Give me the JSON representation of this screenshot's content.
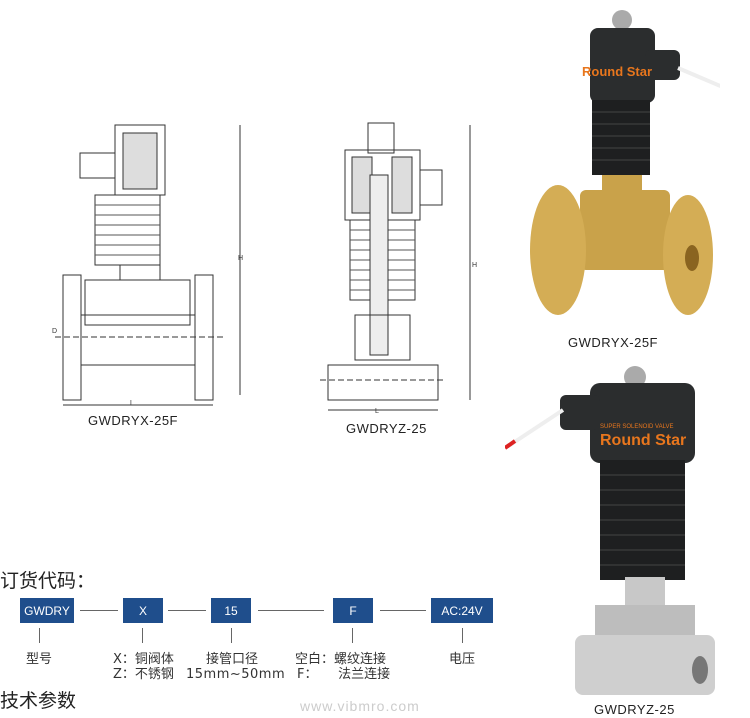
{
  "drawings": [
    {
      "caption": "GWDRYX-25F",
      "dim_h": "H",
      "dim_l": "L",
      "dim_d": "D"
    },
    {
      "caption": "GWDRYZ-25",
      "dim_h": "H",
      "dim_l": "L"
    }
  ],
  "photos": [
    {
      "caption": "GWDRYX-25F",
      "brand": "Round Star",
      "body_color": "#c9a24a"
    },
    {
      "caption": "GWDRYZ-25",
      "brand": "Round Star",
      "subtitle": "SUPER SOLENOID VALVE",
      "body_color": "#c8c8c8"
    }
  ],
  "order_code": {
    "title": "订货代码：",
    "boxes": [
      "GWDRY",
      "X",
      "15",
      "F",
      "AC:24V"
    ],
    "descriptions": [
      {
        "lines": [
          "型号"
        ]
      },
      {
        "lines": [
          "X：铜阀体",
          "Z：不锈钢"
        ]
      },
      {
        "lines": [
          "接管口径",
          "15mm~50mm"
        ]
      },
      {
        "lines": [
          "空白：螺纹连接",
          "F：     法兰连接"
        ]
      },
      {
        "lines": [
          "电压"
        ]
      }
    ],
    "box_color": "#1f4e8c"
  },
  "tech_params": {
    "title": "技术参数"
  },
  "watermark": "www.vibmro.com"
}
